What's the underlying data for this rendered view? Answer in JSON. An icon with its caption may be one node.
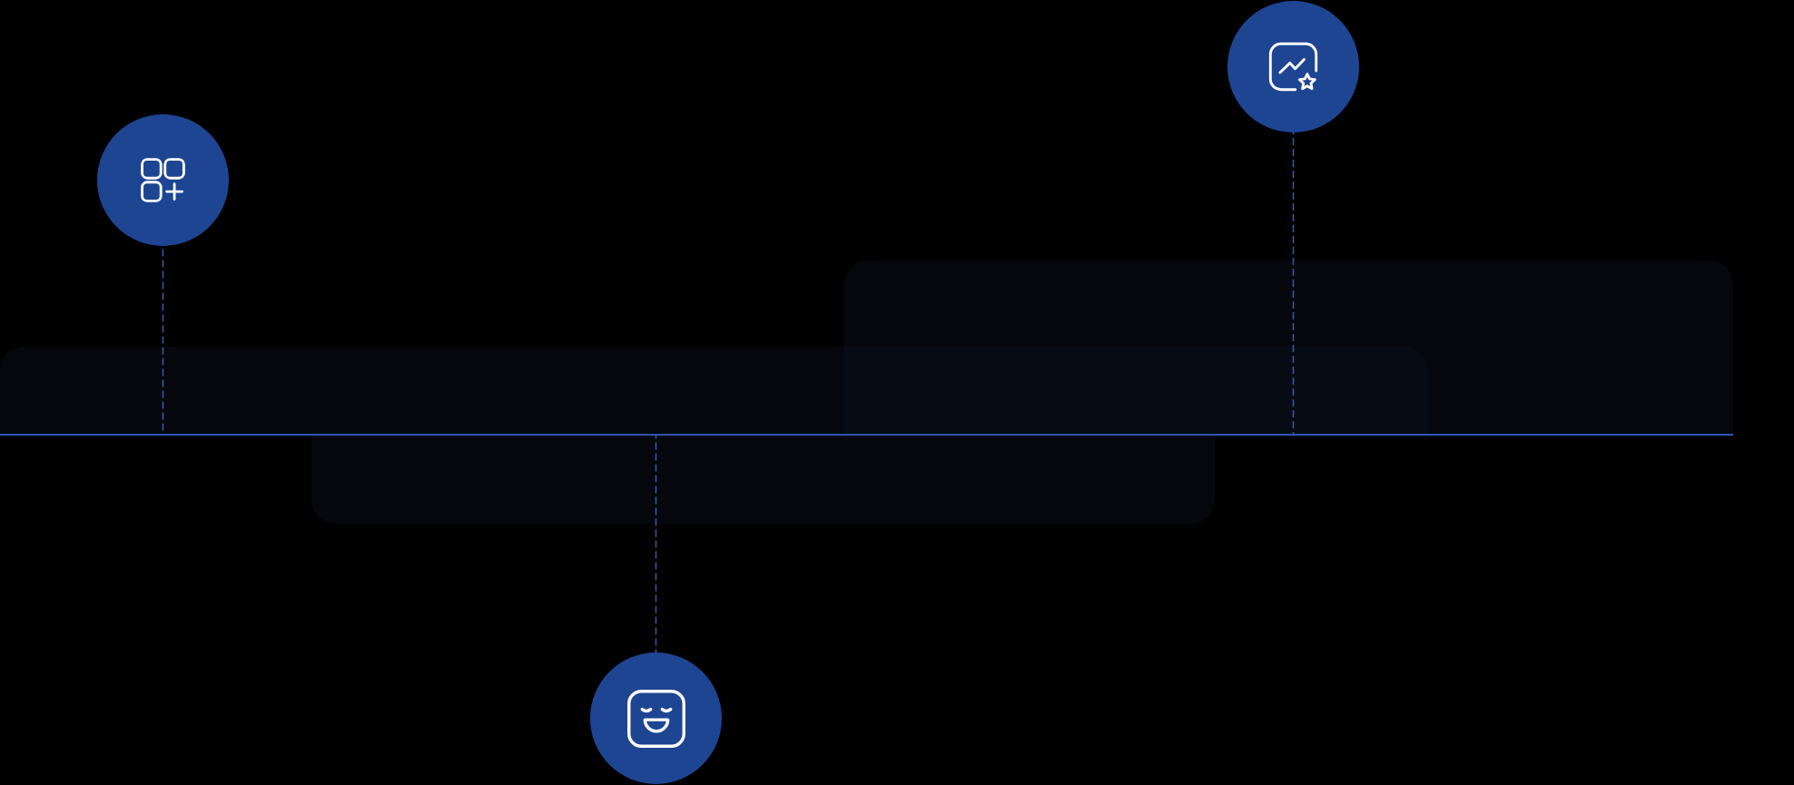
{
  "diagram": {
    "nodes": [
      {
        "text": [],
        "shape": "circle"
      },
      {
        "text": [],
        "shape": "circle"
      },
      {
        "text": [],
        "shape": "line"
      },
      {
        "text": [],
        "shape": "circle"
      }
    ],
    "edges": [
      {
        "from": 1,
        "to": 2,
        "arrow": "none",
        "style": "dashed"
      },
      {
        "from": 0,
        "to": 2,
        "arrow": "none",
        "style": "dashed"
      },
      {
        "from": 3,
        "to": 2,
        "arrow": "none",
        "style": "dashed"
      }
    ]
  }
}
